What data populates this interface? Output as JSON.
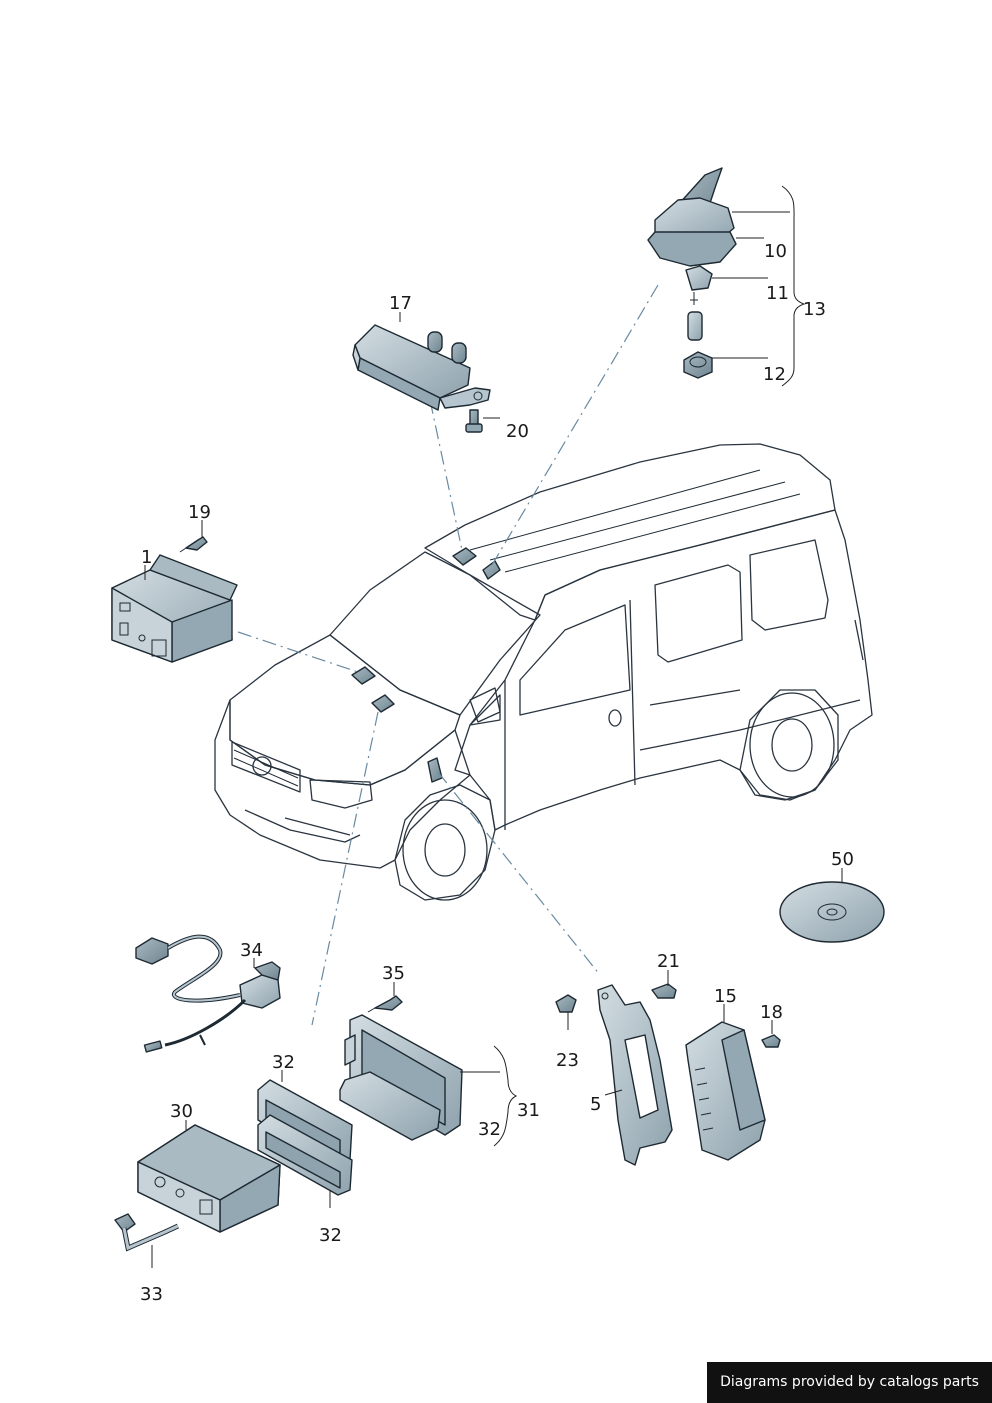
{
  "labels": {
    "p1": "1",
    "p5": "5",
    "p10": "10",
    "p11": "11",
    "p12": "12",
    "p13": "13",
    "p15": "15",
    "p17": "17",
    "p18": "18",
    "p19": "19",
    "p20": "20",
    "p21": "21",
    "p23": "23",
    "p30": "30",
    "p31": "31",
    "p32a": "32",
    "p32b": "32",
    "p32c": "32",
    "p33": "33",
    "p34": "34",
    "p35": "35",
    "p50": "50"
  },
  "credit": "Diagrams provided by catalogs parts",
  "colors": {
    "part_fill": "#b7c6ce",
    "part_dark": "#8fa3ae",
    "van_fill": "#dde6ea",
    "glass": "#b9c8cf",
    "dash_line": "#6a8aa0"
  }
}
